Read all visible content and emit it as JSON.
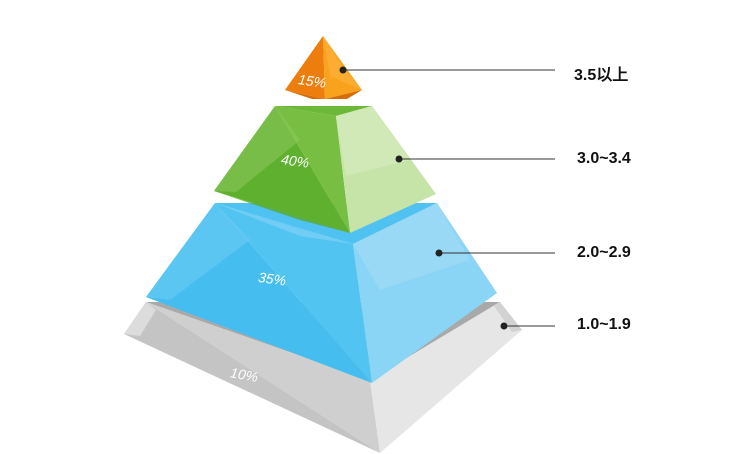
{
  "tiers": [
    {
      "id": "top",
      "percent": "15%",
      "label": "3.5以上",
      "color": "#f08c10"
    },
    {
      "id": "upper",
      "percent": "40%",
      "label": "3.0~3.4",
      "color": "#78bd3e"
    },
    {
      "id": "middle",
      "percent": "35%",
      "label": "2.0~2.9",
      "color": "#3fb7ec"
    },
    {
      "id": "base",
      "percent": "10%",
      "label": "1.0~1.9",
      "color": "#d6d6d6"
    }
  ]
}
